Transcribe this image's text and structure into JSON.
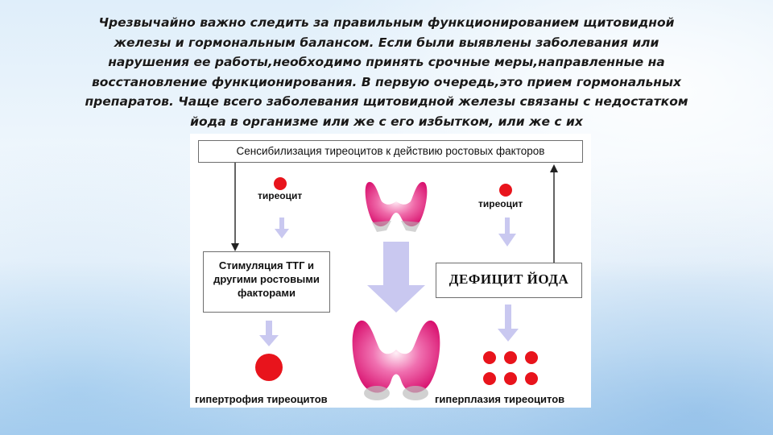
{
  "intro_text": "Чрезвычайно важно следить за правильным функционированием щитовидной железы и гормональным балансом. Если были выявлены заболевания или нарушения ее работы,необходимо принять срочные меры,направленные на восстановление функционирования. В первую очередь,это прием гормональных препаратов. Чаще всего заболевания щитовидной железы связаны с недостатком йода в организме или же с его избытком, или же с их",
  "diagram": {
    "top_label": "Сенсибилизация тиреоцитов к действию ростовых факторов",
    "cell_label_left": "тиреоцит",
    "cell_label_right": "тиреоцит",
    "stimulation_label": "Стимуляция ТТГ и другими ростовыми факторами",
    "deficit_label": "ДЕФИЦИТ ЙОДА",
    "hypertrophy_label": "гипертрофия тиреоцитов",
    "hyperplasia_label": "гиперплазия тиреоцитов"
  },
  "colors": {
    "cell_red": "#e8141c",
    "gland_pink": "#e0217a",
    "arrow_lavender": "#c9c8f0",
    "box_border": "#6e6e6e"
  }
}
